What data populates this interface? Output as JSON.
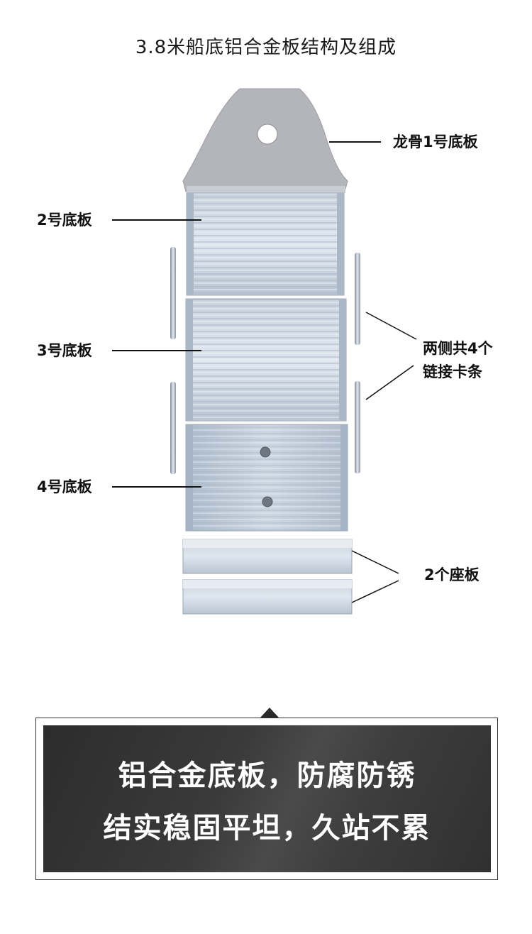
{
  "title": "3.8米船底铝合金板结构及组成",
  "labels": {
    "keel": "龙骨1号底板",
    "board2": "2号底板",
    "board3": "3号底板",
    "board4": "4号底板",
    "strips_line1": "两侧共4个",
    "strips_line2": "链接卡条",
    "seats": "2个座板"
  },
  "banner": {
    "line1": "铝合金底板，防腐防锈",
    "line2": "结实稳固平坦，久站不累"
  },
  "colors": {
    "keel_fill": "#b4b4bb",
    "aluminum_light": "#d7e0ea",
    "aluminum_dark": "#b7c3d2",
    "banner_bg": "#3a3a3a",
    "banner_text": "#ffffff"
  }
}
